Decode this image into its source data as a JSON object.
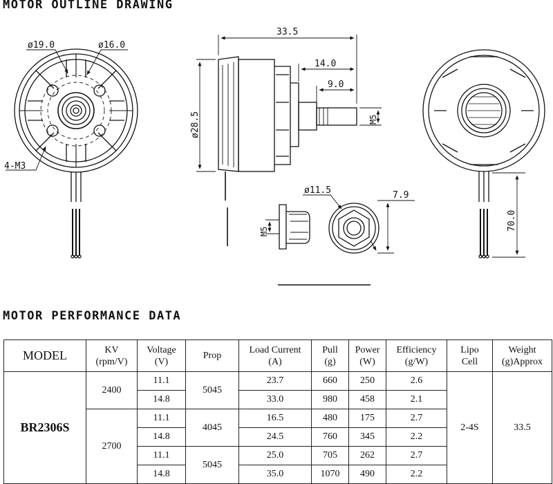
{
  "headings": {
    "outline": "MOTOR OUTLINE DRAWING",
    "performance": "MOTOR PERFORMANCE DATA"
  },
  "drawing": {
    "front": {
      "d1": "ø19.0",
      "d2": "ø16.0",
      "holes": "4-M3"
    },
    "side": {
      "length": "33.5",
      "shaft_len": "14.0",
      "thread_len": "9.0",
      "diameter": "ø28.5",
      "thread": "M5"
    },
    "nut": {
      "thread": "M5",
      "diameter": "ø11.5",
      "width": "7.9"
    },
    "back": {
      "lead_length": "70.0"
    }
  },
  "table": {
    "headers": [
      {
        "l1": "MODEL",
        "l2": ""
      },
      {
        "l1": "KV",
        "l2": "(rpm/V)"
      },
      {
        "l1": "Voltage",
        "l2": "(V)"
      },
      {
        "l1": "Prop",
        "l2": ""
      },
      {
        "l1": "Load Current",
        "l2": "(A)"
      },
      {
        "l1": "Pull",
        "l2": "(g)"
      },
      {
        "l1": "Power",
        "l2": "(W)"
      },
      {
        "l1": "Efficiency",
        "l2": "(g/W)"
      },
      {
        "l1": "Lipo",
        "l2": "Cell"
      },
      {
        "l1": "Weight",
        "l2": "(g)Approx"
      }
    ],
    "model": "BR2306S",
    "lipo": "2-4S",
    "weight": "33.5",
    "kv": [
      "2400",
      "2700"
    ],
    "props": [
      "5045",
      "4045",
      "5045"
    ],
    "rows": [
      {
        "voltage": "11.1",
        "current": "23.7",
        "pull": "660",
        "power": "250",
        "eff": "2.6"
      },
      {
        "voltage": "14.8",
        "current": "33.0",
        "pull": "980",
        "power": "458",
        "eff": "2.1"
      },
      {
        "voltage": "11.1",
        "current": "16.5",
        "pull": "480",
        "power": "175",
        "eff": "2.7"
      },
      {
        "voltage": "14.8",
        "current": "24.5",
        "pull": "760",
        "power": "345",
        "eff": "2.2"
      },
      {
        "voltage": "11.1",
        "current": "25.0",
        "pull": "705",
        "power": "262",
        "eff": "2.7"
      },
      {
        "voltage": "14.8",
        "current": "35.0",
        "pull": "1070",
        "power": "490",
        "eff": "2.2"
      }
    ]
  }
}
